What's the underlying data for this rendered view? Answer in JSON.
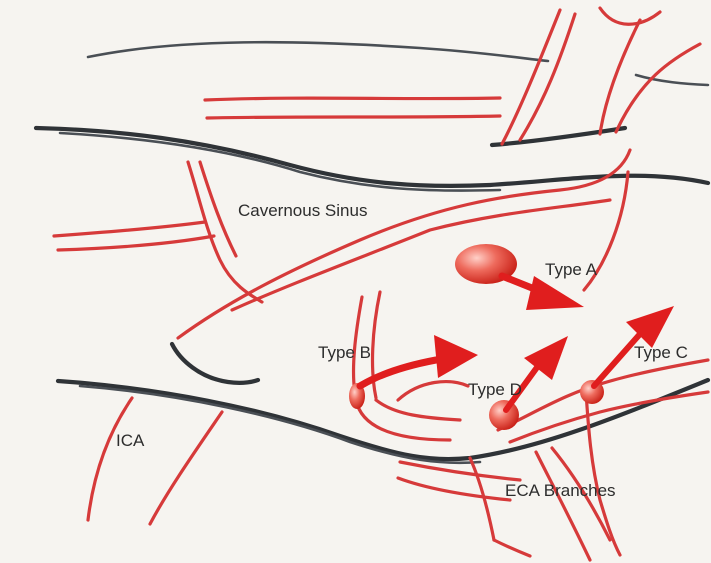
{
  "labels": {
    "cavernous_sinus": "Cavernous Sinus",
    "type_a": "Type A",
    "type_b": "Type B",
    "type_c": "Type C",
    "type_d": "Type D",
    "ica": "ICA",
    "eca_branches": "ECA Branches"
  },
  "colors": {
    "vessel_red": "#d63a3a",
    "sinus_outline": "#2f3337",
    "arrow_red": "#e01e1e",
    "background": "#f6f4f0"
  }
}
